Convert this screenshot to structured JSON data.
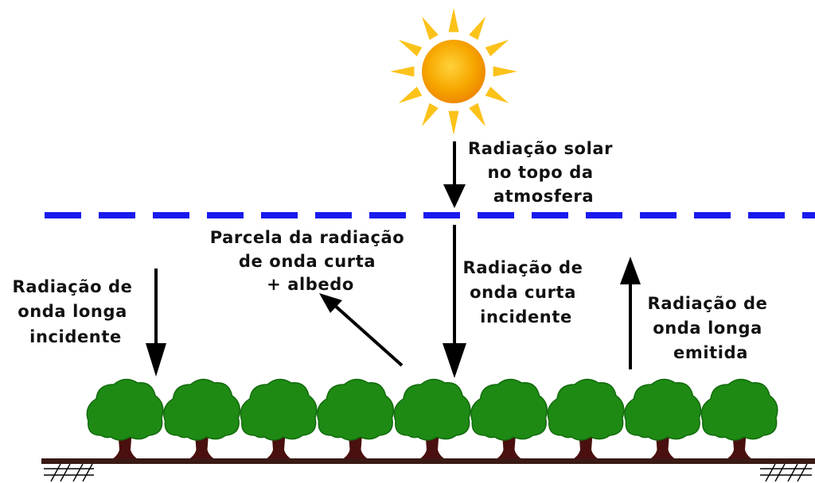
{
  "diagram": {
    "labels": {
      "solar_top": [
        "Radiação solar",
        "no topo da",
        "atmosfera"
      ],
      "shortwave_reflected": [
        "Parcela da radiação",
        "de onda curta",
        "+ albedo"
      ],
      "longwave_incoming": [
        "Radiação de",
        "onda longa",
        "incidente"
      ],
      "shortwave_incoming": [
        "Radiação de",
        "onda curta",
        "incidente"
      ],
      "longwave_emitted": [
        "Radiação de",
        "onda longa",
        "emitida"
      ]
    },
    "colors": {
      "atmosphere_line": "#1a1aee",
      "sun_center": "#f7a800",
      "sun_edge": "#f08a00",
      "sun_rays": "#fbc21a",
      "tree_foliage": "#1e8a14",
      "tree_foliage_dark": "#126b0c",
      "tree_trunk": "#4a0f0f",
      "ground": "#3a1a14"
    },
    "icons": {
      "sun": "sun-icon",
      "tree": "tree-icon",
      "ground_hatch": "ground-hatch-icon"
    },
    "tree_count": 9
  }
}
